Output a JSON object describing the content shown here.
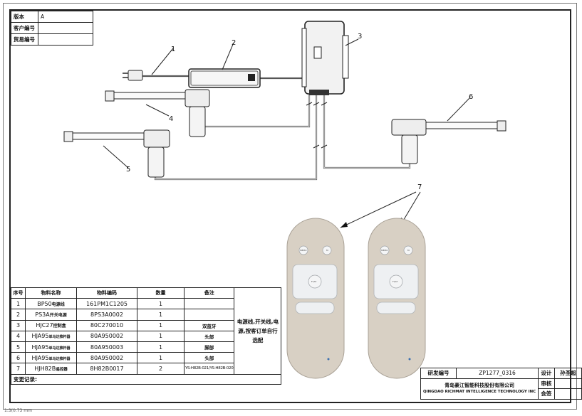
{
  "header": {
    "rows": [
      {
        "label": "版本",
        "value": "A"
      },
      {
        "label": "客户编号",
        "value": ""
      },
      {
        "label": "贸易编号",
        "value": ""
      }
    ]
  },
  "callouts": [
    "1",
    "2",
    "3",
    "4",
    "5",
    "6",
    "7"
  ],
  "remote": {
    "buttons": [
      "MEMO",
      "M",
      "FLAT"
    ]
  },
  "bom": {
    "headers": [
      "序号",
      "物料名称",
      "物料编码",
      "数量",
      "备注"
    ],
    "rows": [
      {
        "no": "1",
        "name_code": "BP50",
        "name_text": "电源线",
        "code": "161PM1C1205",
        "qty": "1",
        "note": ""
      },
      {
        "no": "2",
        "name_code": "PS3A",
        "name_text": "开关电源",
        "code": "8PS3A0002",
        "qty": "1",
        "note": ""
      },
      {
        "no": "3",
        "name_code": "HJC27",
        "name_text": "控制盒",
        "code": "80C270010",
        "qty": "1",
        "note": "双蓝牙"
      },
      {
        "no": "4",
        "name_code": "HJA95",
        "name_text": "单马达推杆器",
        "code": "80A950002",
        "qty": "1",
        "note": "头部"
      },
      {
        "no": "5",
        "name_code": "HJA95",
        "name_text": "单马达推杆器",
        "code": "80A950003",
        "qty": "1",
        "note": "脚部"
      },
      {
        "no": "6",
        "name_code": "HJA95",
        "name_text": "单马达推杆器",
        "code": "80A950002",
        "qty": "1",
        "note": "头部"
      },
      {
        "no": "7",
        "name_code": "HJH82B",
        "name_text": "遥控器",
        "code": "8H82B0017",
        "qty": "2",
        "note": "YS-H82B-021/YS-H82B-020"
      }
    ],
    "remark": "电源线,开关线,电源,按客订单自行选配",
    "change_record_label": "变更记录:"
  },
  "title_block": {
    "dev_label": "研发编号",
    "dev_value": "ZP1277_0316",
    "design_label": "设计",
    "designer": "孙圣超",
    "company_cn": "青岛豪江智能科技股份有限公司",
    "company_en": "QINGDAO RICHMAT INTELLIGENCE TECHNOLOGY INC",
    "review_label": "审核",
    "sign_label": "会签"
  },
  "footnote": "1:3(0.73 mm"
}
